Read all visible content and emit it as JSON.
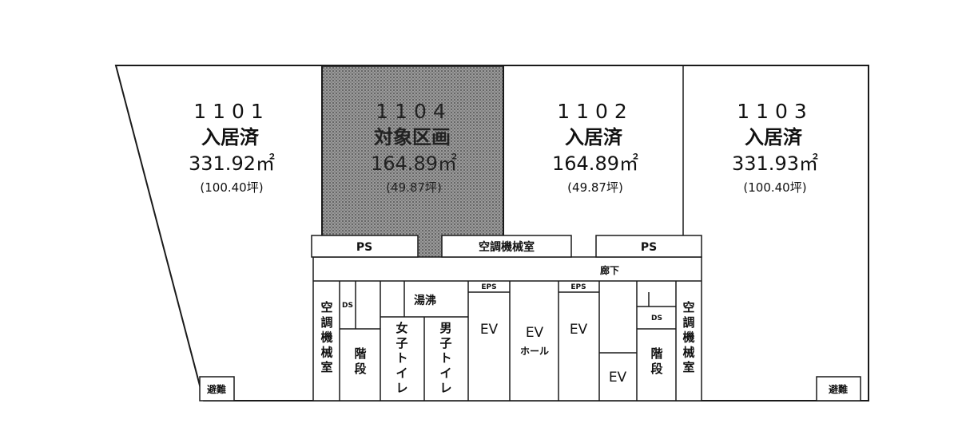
{
  "units": [
    {
      "id": "1101",
      "number": "1101",
      "status": "入居済",
      "area": "331.92㎡",
      "tsubo": "(100.40坪)",
      "target": false
    },
    {
      "id": "1104",
      "number": "1104",
      "status": "対象区画",
      "area": "164.89㎡",
      "tsubo": "(49.87坪)",
      "target": true
    },
    {
      "id": "1102",
      "number": "1102",
      "status": "入居済",
      "area": "164.89㎡",
      "tsubo": "(49.87坪)",
      "target": false
    },
    {
      "id": "1103",
      "number": "1103",
      "status": "入居済",
      "area": "331.93㎡",
      "tsubo": "(100.40坪)",
      "target": false
    }
  ],
  "rooms": {
    "ps_left": "PS",
    "ps_right": "PS",
    "mechanical_room": "空調機械室",
    "corridor": "廊下",
    "mech_left_vertical": "空調機械室",
    "mech_right_vertical": "空調機械室",
    "ds_left": "DS",
    "ds_right": "DS",
    "stairs_left": "階段",
    "stairs_right": "階段",
    "kitchenette": "湯沸",
    "women_toilet": "女子トイレ",
    "men_toilet": "男子トイレ",
    "eps_left": "EPS",
    "eps_right": "EPS",
    "ev_1": "EV",
    "ev_2": "EV",
    "ev_3": "EV",
    "ev_hall_1": "EV",
    "ev_hall_2": "ホール",
    "evac_left": "避難",
    "evac_right": "避難"
  },
  "colors": {
    "line": "#1a1a1a",
    "target_fill": "#8a8a8a",
    "background": "#ffffff"
  }
}
